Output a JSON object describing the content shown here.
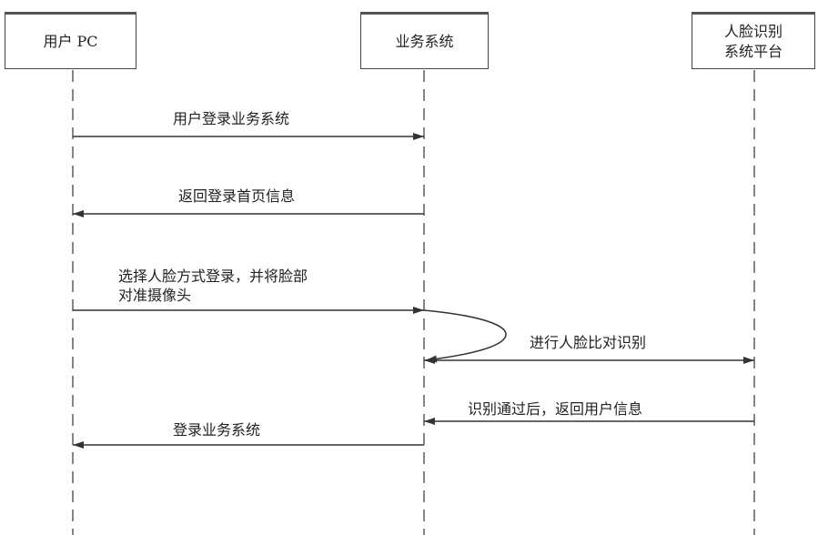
{
  "participants": [
    {
      "label_lines": [
        "用户 PC"
      ]
    },
    {
      "label_lines": [
        "业务系统"
      ]
    },
    {
      "label_lines": [
        "人脸识别",
        "系统平台"
      ]
    }
  ],
  "messages": [
    {
      "label_lines": [
        "用户登录业务系统"
      ],
      "from": 0,
      "to": 1
    },
    {
      "label_lines": [
        "返回登录首页信息"
      ],
      "from": 1,
      "to": 0
    },
    {
      "label_lines": [
        "选择人脸方式登录，并将脸部",
        "对准摄像头"
      ],
      "from": 0,
      "to": 1
    },
    {
      "label_lines": [
        "进行人脸比对识别"
      ],
      "from": 1,
      "to": 2,
      "bidirectional": true
    },
    {
      "label_lines": [
        "识别通过后，返回用户信息"
      ],
      "from": 2,
      "to": 1
    },
    {
      "label_lines": [
        "登录业务系统"
      ],
      "from": 1,
      "to": 0
    }
  ],
  "colors": {
    "line": "#333333"
  }
}
